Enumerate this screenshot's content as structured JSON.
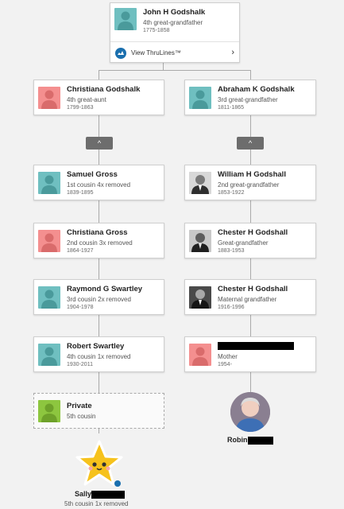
{
  "colors": {
    "male_avatar": "#6fbfc0",
    "female_avatar": "#f48f8f",
    "private_avatar": "#8dc63f",
    "expand_button": "#6d6d6d",
    "thrulines_icon": "#1a6fae",
    "star": "#f6c21c"
  },
  "top_ancestor": {
    "name": "John H Godshalk",
    "relationship": "4th great-grandfather",
    "dates": "1775-1858",
    "avatar": "male-silhouette-icon",
    "thrulines_label": "View ThruLines™",
    "thrulines_icon": "thrulines-icon",
    "chevron": "›"
  },
  "expand_label": "^",
  "left_branch": [
    {
      "name": "Christiana Godshalk",
      "relationship": "4th great-aunt",
      "dates": "1799-1863",
      "avatar": "female-silhouette-icon"
    },
    {
      "name": "Samuel Gross",
      "relationship": "1st cousin 4x removed",
      "dates": "1839-1895",
      "avatar": "male-silhouette-icon"
    },
    {
      "name": "Christiana Gross",
      "relationship": "2nd cousin 3x removed",
      "dates": "1864-1927",
      "avatar": "female-silhouette-icon"
    },
    {
      "name": "Raymond G Swartley",
      "relationship": "3rd cousin 2x removed",
      "dates": "1904-1978",
      "avatar": "male-silhouette-icon"
    },
    {
      "name": "Robert Swartley",
      "relationship": "4th cousin 1x removed",
      "dates": "1930-2011",
      "avatar": "male-silhouette-icon"
    },
    {
      "name": "Private",
      "relationship": "5th cousin",
      "dates": "",
      "avatar": "private-silhouette-icon"
    }
  ],
  "right_branch": [
    {
      "name": "Abraham K Godshalk",
      "relationship": "3rd great-grandfather",
      "dates": "1811-1865",
      "avatar": "male-silhouette-icon"
    },
    {
      "name": "William H Godshall",
      "relationship": "2nd great-grandfather",
      "dates": "1853-1922",
      "avatar": "portrait-photo"
    },
    {
      "name": "Chester H Godshall",
      "relationship": "Great-grandfather",
      "dates": "1883-1953",
      "avatar": "portrait-photo"
    },
    {
      "name": "Chester H Godshall",
      "relationship": "Maternal grandfather",
      "dates": "1916-1996",
      "avatar": "portrait-photo"
    },
    {
      "name": "",
      "relationship": "Mother",
      "dates": "1954-",
      "avatar": "female-silhouette-icon"
    }
  ],
  "match": {
    "name": "Sally",
    "relationship": "5th cousin 1x removed",
    "avatar": "star-icon"
  },
  "home_person": {
    "name": "Robin"
  }
}
